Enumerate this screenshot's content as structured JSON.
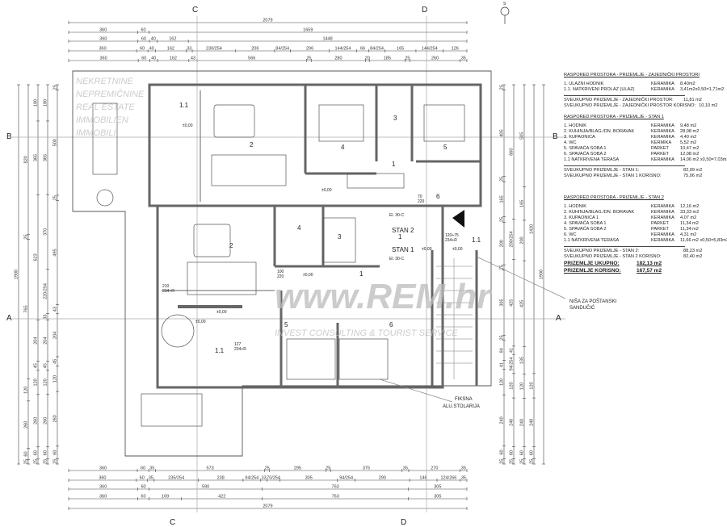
{
  "north_label": "S",
  "sections": {
    "a_left": "A",
    "a_right": "A",
    "b_left": "B",
    "b_right": "B",
    "c_top": "C",
    "c_bottom": "C",
    "d_top": "D",
    "d_bottom": "D"
  },
  "dims_top": [
    [
      "2079"
    ],
    [
      "360",
      "60",
      "1659"
    ],
    [
      "360",
      "60",
      "40",
      "162",
      "1448"
    ],
    [
      "360",
      "60",
      "40",
      "162",
      "33",
      "230/254",
      "206",
      "84/254",
      "206",
      "144/254",
      "66",
      "84/254",
      "165",
      "144/254",
      "126"
    ],
    [
      "360",
      "60",
      "40",
      "162",
      "43",
      "566",
      "25",
      "280",
      "20",
      "185",
      "25",
      "260",
      "35"
    ]
  ],
  "dims_bottom": [
    [
      "360",
      "60",
      "35",
      "573",
      "25",
      "295",
      "25",
      "375",
      "35",
      "270",
      "35"
    ],
    [
      "360",
      "60",
      "35",
      "235/254",
      "238",
      "94/254",
      "33",
      "70/254",
      "305",
      "94/254",
      "290",
      "146",
      "124/266",
      "35"
    ],
    [
      "360",
      "60",
      "590",
      "763",
      "305"
    ],
    [
      "360",
      "60",
      "169",
      "422",
      "763",
      "305"
    ],
    [
      "2079"
    ]
  ],
  "dims_left": [
    [
      "1900"
    ],
    [
      "820",
      "25",
      "765",
      "120",
      "260",
      "60",
      "25"
    ],
    [
      "180",
      "365",
      "623",
      "204",
      "45",
      "120",
      "260",
      "60",
      "25"
    ],
    [
      "180",
      "365",
      "370",
      "220/254",
      "33",
      "204",
      "45",
      "120",
      "260",
      "60",
      "25"
    ],
    [
      "25",
      "500",
      "25",
      "495",
      "43",
      "204",
      "45",
      "120",
      "260",
      "60",
      "25"
    ]
  ],
  "dims_right": [
    [
      "25",
      "405",
      "25",
      "165",
      "25",
      "200",
      "25",
      "305",
      "25",
      "94",
      "41",
      "120",
      "240",
      "60",
      "25"
    ],
    [
      "660",
      "200/254",
      "425",
      "41",
      "94/254",
      "120",
      "240",
      "60",
      "25"
    ],
    [
      "505",
      "165",
      "200",
      "425",
      "135",
      "120",
      "240",
      "60",
      "25"
    ],
    [
      "1420",
      "120",
      "240",
      "60",
      "25"
    ],
    [
      "1900"
    ]
  ],
  "rooms": {
    "u2_terrace": "1.1",
    "u2_living": "2",
    "u2_bed1": "4",
    "u2_wc": "3",
    "u2_bed2": "5",
    "u2_hall": "1",
    "u2_bath": "6",
    "u1_living": "2",
    "u1_terrace": "1.1",
    "u1_bath": "4",
    "u1_wc": "3",
    "u1_hall": "1",
    "u1_bed1": "5",
    "u1_bed2": "6",
    "common_hall": "1",
    "common_terrace": "1.1",
    "stan2": "STAN 2",
    "stan1": "STAN 1"
  },
  "levels": {
    "l1": "±0,00",
    "l2": "±0,00",
    "l3": "±0,00",
    "l4": "±0,00",
    "l5": "±0,00",
    "l6": "±0,00",
    "l7": "±0,00"
  },
  "doors": {
    "d1a": "210",
    "d1b": "234+R",
    "d2a": "100",
    "d2b": "220",
    "d3a": "70",
    "d3b": "220",
    "d4a": "120+75",
    "d4b": "234+R",
    "d5a": "127",
    "d5b": "234+R",
    "el1": "El. 30-C",
    "el2": "El. 30-C"
  },
  "notes": {
    "nisa1": "NIŠA ZA POŠTANSKI",
    "nisa2": "SANDUČIĆ",
    "fiksna1": "FIKSNA",
    "fiksna2": "ALU.STOLARIJA"
  },
  "watermark": {
    "w1": "NEKRETNINE",
    "w2": "NEPREMIČNINE",
    "w3": "REAL ESTATE",
    "w4": "IMMOBILIEN",
    "w5": "IMMOBILI",
    "brand": "www.REM.hr",
    "tagline": "INVEST CONSULTING & TOURIST SERVICE"
  },
  "table_common": {
    "title": "RASPORED PROSTORA - PRIZEMLJE - ZAJEDNIČKI PROSTORI",
    "rows": [
      {
        "name": "1. ULAZNI HODNIK",
        "mat": "KERAMIKA",
        "area": "8,40m2"
      },
      {
        "name": "1.1. NATKRIVENI PROLAZ (ULAZ)",
        "mat": "KERAMIKA",
        "area": "3,41m2x0,50=1,71m2"
      }
    ],
    "total1_label": "SVEUKUPNO PRIZEMLJE - ZAJEDNIČKI PROSTOR:",
    "total1": "11,81  m2",
    "total2_label": "SVEUKUPNO PRIZEMLJE - ZAJEDNIČKI PROSTOR KORISNO:",
    "total2": "10,10  m2"
  },
  "table_stan1": {
    "title": "RASPORED PROSTORA - PRIZEMLJE - STAN 1",
    "rows": [
      {
        "name": "1. HODNIK",
        "mat": "KERAMIKA",
        "area": "9,48  m2"
      },
      {
        "name": "2. KUHINJA/BLAG./DN. BORAVAK",
        "mat": "KERAMIKA",
        "area": "28,08 m2"
      },
      {
        "name": "3. KUPAONICA",
        "mat": "KERAMIKA",
        "area": "4,40  m2"
      },
      {
        "name": "4. WC",
        "mat": "KERMIKA",
        "area": "5,52  m2"
      },
      {
        "name": "5. SPAVAĆA SOBA 1",
        "mat": "PARKET",
        "area": "10,47 m2"
      },
      {
        "name": "6. SPAVAĆA SOBA 2",
        "mat": "PARKET",
        "area": "12,08 m2"
      },
      {
        "name": "1.1 NATKRIVENA TERASA",
        "mat": "KERAMIKA",
        "area": "14,06 m2 x0,50=7,03m2"
      }
    ],
    "total1_label": "SVEUKUPNO PRIZEMLJE - STAN 1:",
    "total1": "82,09  m2",
    "total2_label": "SVEUKUPNO PRIZEMLJE - STAN 1 KORISNO:",
    "total2": "75,06  m2"
  },
  "table_stan2": {
    "title": "RASPORED PROSTORA - PRIZEMLJE - STAN 2",
    "rows": [
      {
        "name": "1. HODNIK",
        "mat": "KERAMIKA",
        "area": "12,16  m2"
      },
      {
        "name": "2. KUHINJA/BLAG./DN. BORAVAK",
        "mat": "KERAMIKA",
        "area": "33,33  m2"
      },
      {
        "name": "3. KUPAONICA 1",
        "mat": "KERAMIKA",
        "area": "4,07  m2"
      },
      {
        "name": "4. SPAVAĆA SOBA 1",
        "mat": "PARKET",
        "area": "11,34  m2"
      },
      {
        "name": "5. SPAVAĆA SOBA 2",
        "mat": "PARKET",
        "area": "11,34  m2"
      },
      {
        "name": "6. WC",
        "mat": "KERAMIKA",
        "area": "4,31  m2"
      },
      {
        "name": "1.1 NATKRIVENA TERASA",
        "mat": "KERAMIKA",
        "area": "11,66 m2 x0,50=5,83m2"
      }
    ],
    "total1_label": "SVEUKUPNO PRIZEMLJE - STAN 2:",
    "total1": "88,23  m2",
    "total2_label": "SVEUKUPNO PRIZEMLJE - STAN 2 KORISNO:",
    "total2": "82,40  m2"
  },
  "summary": {
    "total_label": "PRIZEMLJE UKUPNO:",
    "total": "182,13 m2",
    "useful_label": "PRIZEMLJE KORISNO:",
    "useful": "167,57 m2"
  }
}
